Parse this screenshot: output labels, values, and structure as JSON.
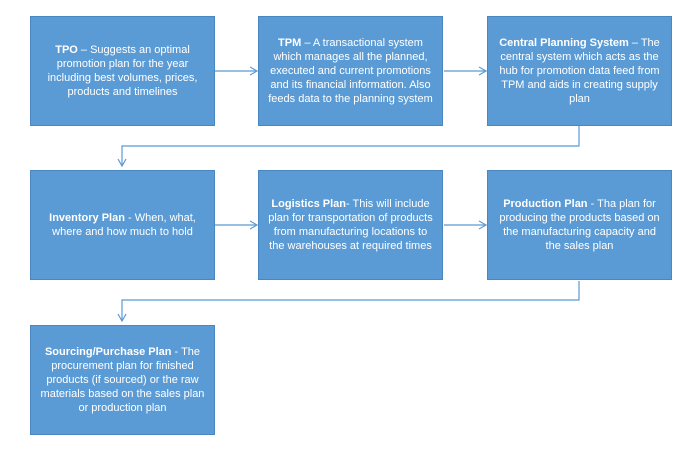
{
  "diagram": {
    "nodes": [
      {
        "id": "tpo",
        "title": "TPO",
        "separator": " – ",
        "text": "Suggests  an optimal promotion plan for the year including best volumes, prices, products and timelines"
      },
      {
        "id": "tpm",
        "title": "TPM",
        "separator": " – ",
        "text": "A transactional system which manages all the planned, executed  and current promotions and its financial information. Also feeds data to the planning system"
      },
      {
        "id": "central",
        "title": "Central Planning  System",
        "separator": " – ",
        "text": "The central system which acts as the hub for promotion data feed from TPM and aids in creating supply plan"
      },
      {
        "id": "inventory",
        "title": "Inventory Plan",
        "separator": " - ",
        "text": "When, what, where and how much to hold"
      },
      {
        "id": "logistics",
        "title": "Logistics Plan",
        "separator": "- ",
        "text": "This will include plan for transportation of products from manufacturing locations to the warehouses at required times"
      },
      {
        "id": "production",
        "title": "Production Plan",
        "separator": " - ",
        "text": "Tha plan for producing the products based on the manufacturing capacity and the  sales plan"
      },
      {
        "id": "sourcing",
        "title": "Sourcing/Purchase  Plan",
        "separator": " - ",
        "text": "The procurement plan for finished products (if sourced) or the raw materials based on the sales plan or production plan"
      }
    ],
    "edges": [
      {
        "from": "tpo",
        "to": "tpm"
      },
      {
        "from": "tpm",
        "to": "central"
      },
      {
        "from": "central",
        "to": "inventory"
      },
      {
        "from": "inventory",
        "to": "logistics"
      },
      {
        "from": "logistics",
        "to": "production"
      },
      {
        "from": "production",
        "to": "sourcing"
      }
    ],
    "colors": {
      "box_fill": "#5b9bd5",
      "box_border": "#4a86c0",
      "text": "#ffffff",
      "connector": "#5b9bd5"
    }
  }
}
